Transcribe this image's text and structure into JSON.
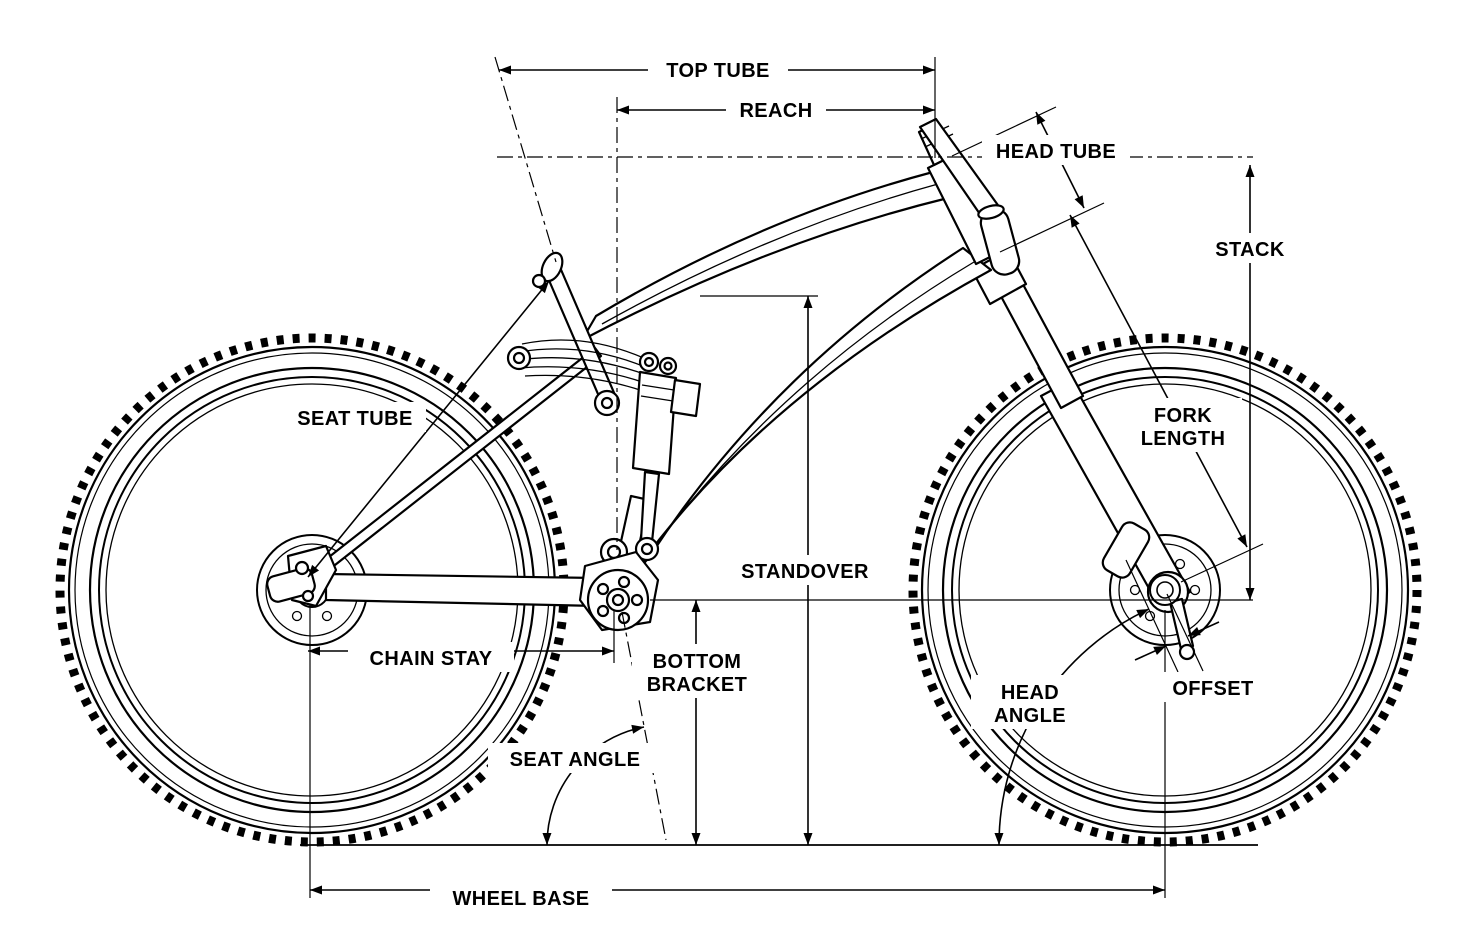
{
  "diagram": {
    "name": "Bicycle frame geometry diagram",
    "colors": {
      "line": "#000000",
      "background": "#ffffff",
      "label_text": "#000000"
    },
    "labels": {
      "top_tube": "TOP TUBE",
      "reach": "REACH",
      "head_tube": "HEAD TUBE",
      "stack": "STACK",
      "seat_tube": "SEAT TUBE",
      "fork_length_line1": "FORK",
      "fork_length_line2": "LENGTH",
      "standover": "STANDOVER",
      "chain_stay": "CHAIN STAY",
      "bottom_bracket_line1": "BOTTOM",
      "bottom_bracket_line2": "BRACKET",
      "seat_angle": "SEAT ANGLE",
      "head_angle_line1": "HEAD",
      "head_angle_line2": "ANGLE",
      "offset": "OFFSET",
      "wheel_base": "WHEEL BASE"
    }
  }
}
